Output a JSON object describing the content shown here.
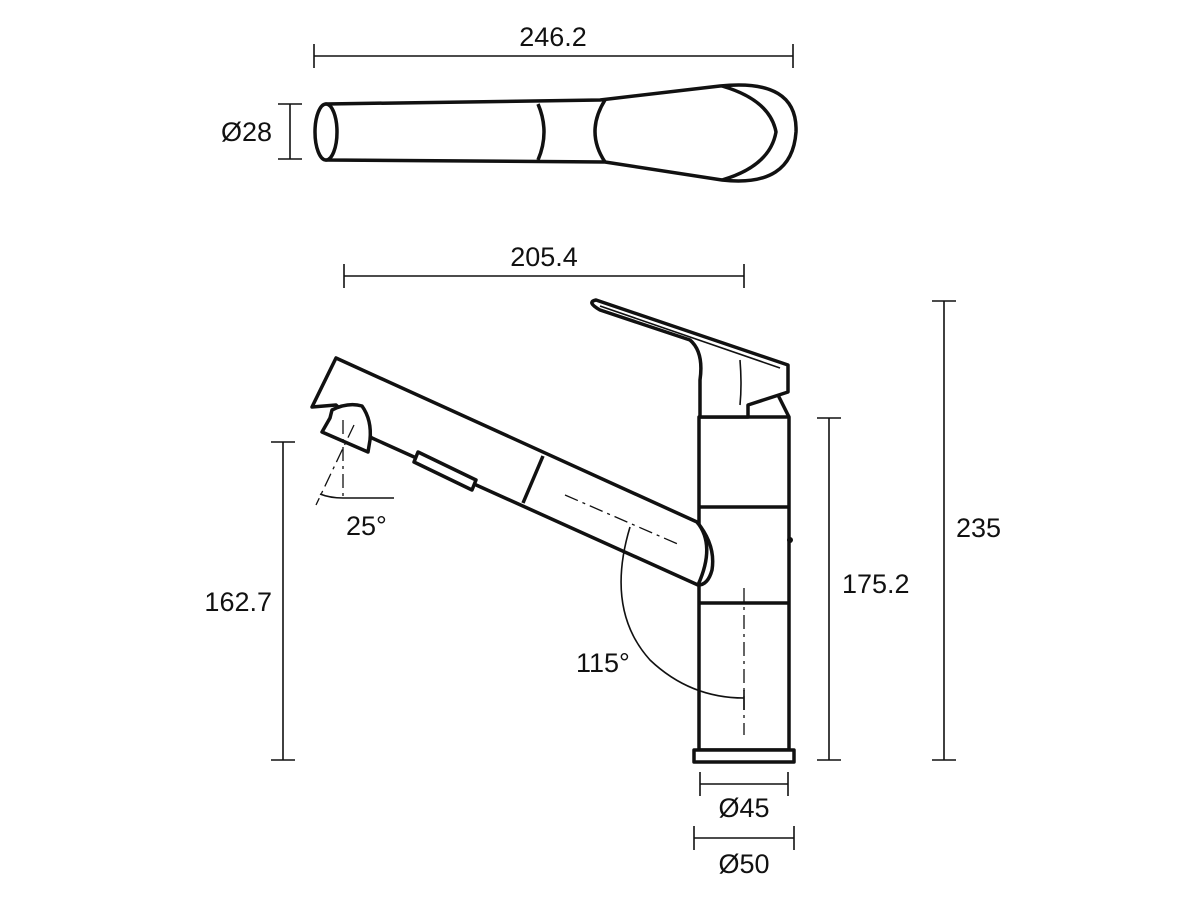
{
  "dimensions": {
    "top_length": "246.2",
    "top_diameter": "Ø28",
    "spout_reach": "205.4",
    "spray_angle": "25°",
    "spout_height": "162.7",
    "swivel_angle": "115°",
    "body_height": "175.2",
    "total_height": "235",
    "body_diameter": "Ø45",
    "base_diameter": "Ø50"
  }
}
